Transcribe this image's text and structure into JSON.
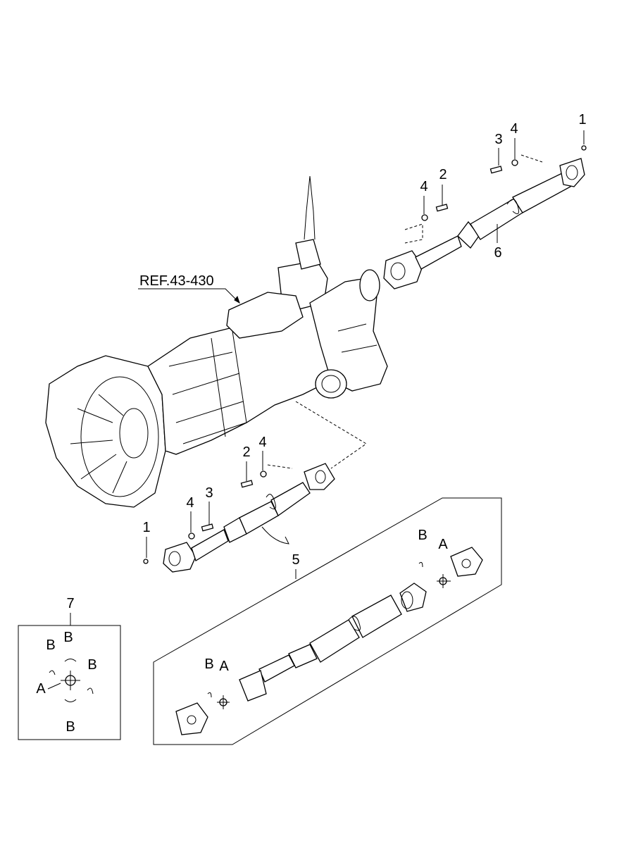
{
  "reference": "REF.43-430",
  "callouts": {
    "upper": {
      "c1": "1",
      "c3": "3",
      "c4a": "4",
      "c2": "2",
      "c4b": "4",
      "c6": "6"
    },
    "lower": {
      "c2": "2",
      "c4": "4",
      "c4b": "4",
      "c3": "3",
      "c1": "1",
      "c5": "5"
    },
    "assembly5": {
      "b1": "B",
      "a1": "A",
      "b2": "B",
      "a2": "A"
    },
    "kit7": {
      "title": "7",
      "b_top": "B",
      "b_left": "B",
      "b_right": "B",
      "a_left": "A",
      "b_bottom": "B"
    }
  }
}
